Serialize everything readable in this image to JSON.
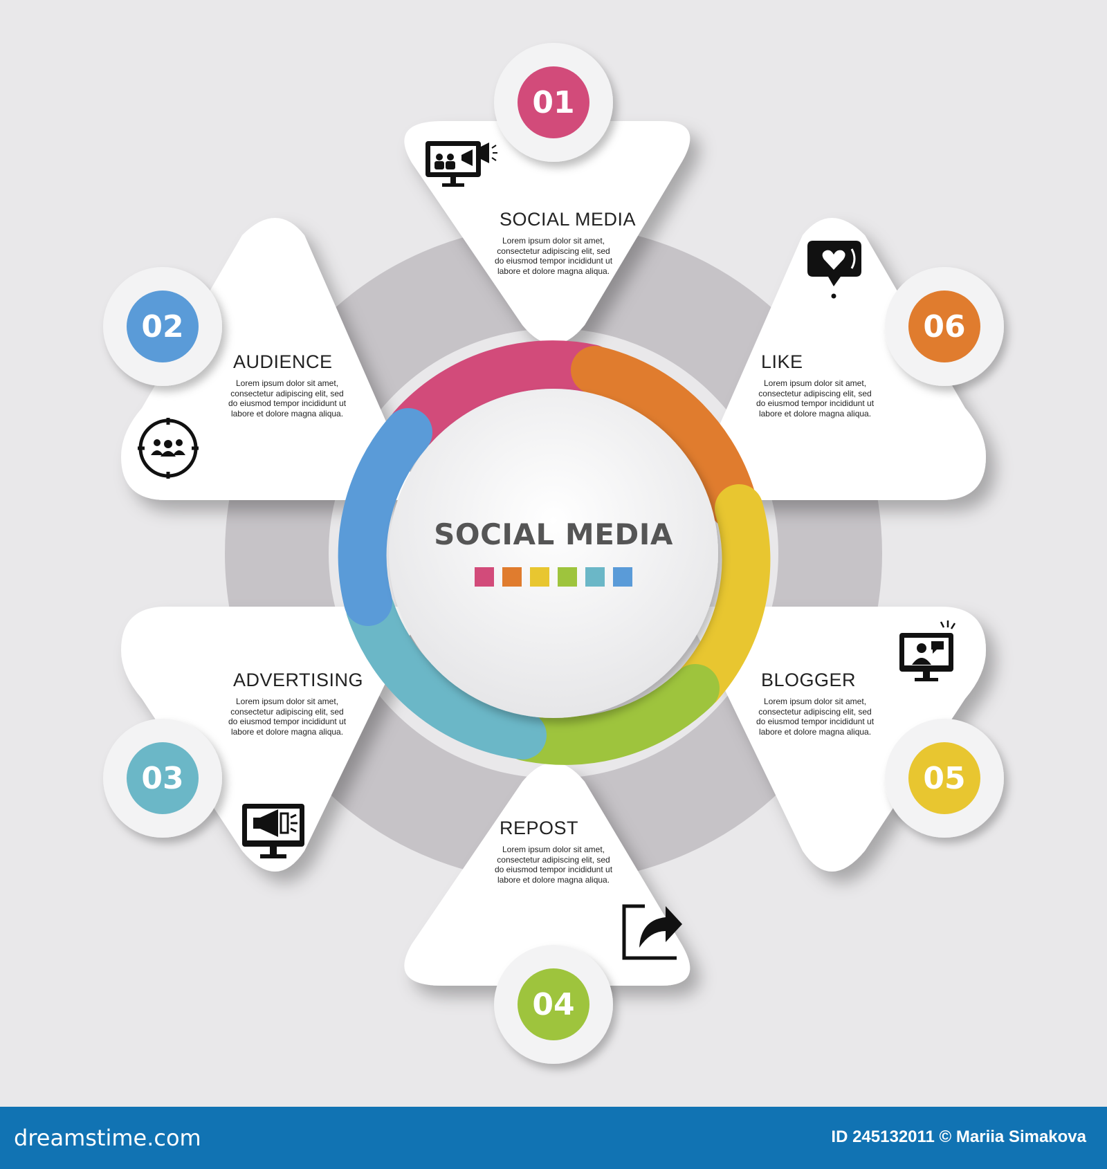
{
  "center": {
    "title": "SOCIAL MEDIA",
    "swatches": [
      "#d24b7a",
      "#e07c2e",
      "#e8c630",
      "#9ec43d",
      "#6bb7c7",
      "#5a9bd8"
    ]
  },
  "steps": [
    {
      "number": "01",
      "title": "SOCIAL MEDIA",
      "text": "Lorem ipsum dolor sit amet, consectetur adipiscing elit, sed do eiusmod tempor incididunt ut labore et dolore magna aliqua.",
      "color": "#d24b7a",
      "icon": "monitor-megaphone-audience-icon"
    },
    {
      "number": "02",
      "title": "AUDIENCE",
      "text": "Lorem ipsum dolor sit amet, consectetur adipiscing elit, sed do eiusmod tempor incididunt ut labore et dolore magna aliqua.",
      "color": "#5a9bd8",
      "icon": "audience-circle-icon"
    },
    {
      "number": "03",
      "title": "ADVERTISING",
      "text": "Lorem ipsum dolor sit amet, consectetur adipiscing elit, sed do eiusmod tempor incididunt ut labore et dolore magna aliqua.",
      "color": "#6bb7c7",
      "icon": "monitor-megaphone-icon"
    },
    {
      "number": "04",
      "title": "REPOST",
      "text": "Lorem ipsum dolor sit amet, consectetur adipiscing elit, sed do eiusmod tempor incididunt ut labore et dolore magna aliqua.",
      "color": "#9ec43d",
      "icon": "share-arrow-icon"
    },
    {
      "number": "05",
      "title": "BLOGGER",
      "text": "Lorem ipsum dolor sit amet, consectetur adipiscing elit, sed do eiusmod tempor incididunt ut labore et dolore magna aliqua.",
      "color": "#e8c630",
      "icon": "monitor-blogger-icon"
    },
    {
      "number": "06",
      "title": "LIKE",
      "text": "Lorem ipsum dolor sit amet, consectetur adipiscing elit, sed do eiusmod tempor incididunt ut labore et dolore magna aliqua.",
      "color": "#e07c2e",
      "icon": "heart-speech-bubble-icon"
    }
  ],
  "footer": {
    "brand": "dreamstime.com",
    "credit": "ID 245132011 © Mariia Simakova"
  }
}
